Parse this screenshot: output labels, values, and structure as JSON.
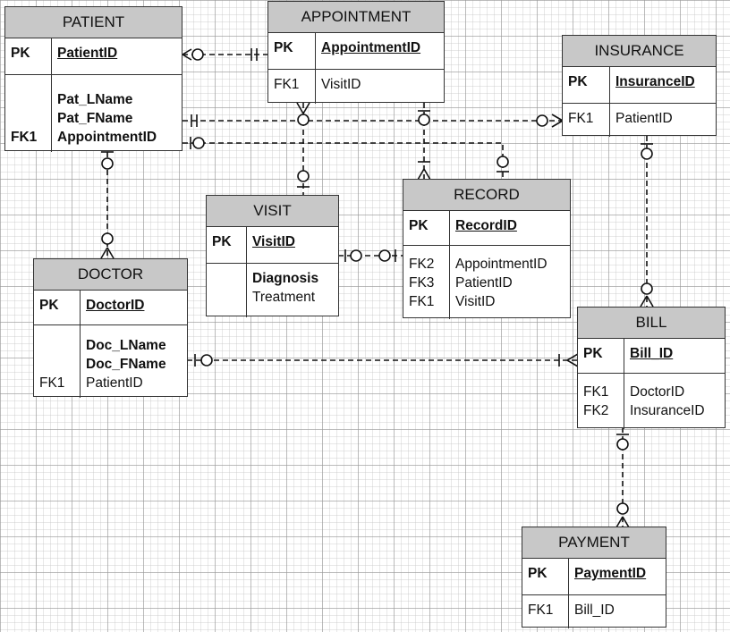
{
  "entities": {
    "patient": {
      "title": "PATIENT",
      "pk_key": "PK",
      "pk": "PatientID",
      "keys": [
        "FK1"
      ],
      "attrs": [
        "Pat_LName",
        "Pat_FName",
        "AppointmentID"
      ]
    },
    "appointment": {
      "title": "APPOINTMENT",
      "pk_key": "PK",
      "pk": "AppointmentID",
      "keys": [
        "FK1"
      ],
      "attrs": [
        "VisitID"
      ]
    },
    "insurance": {
      "title": "INSURANCE",
      "pk_key": "PK",
      "pk": "InsuranceID",
      "keys": [
        "FK1"
      ],
      "attrs": [
        "PatientID"
      ]
    },
    "visit": {
      "title": "VISIT",
      "pk_key": "PK",
      "pk": "VisitID",
      "attrs": [
        "Diagnosis",
        "Treatment"
      ]
    },
    "record": {
      "title": "RECORD",
      "pk_key": "PK",
      "pk": "RecordID",
      "keys": [
        "FK2",
        "FK3",
        "FK1"
      ],
      "attrs": [
        "AppointmentID",
        "PatientID",
        "VisitID"
      ]
    },
    "doctor": {
      "title": "DOCTOR",
      "pk_key": "PK",
      "pk": "DoctorID",
      "keys": [
        "FK1"
      ],
      "attrs": [
        "Doc_LName",
        "Doc_FName",
        "PatientID"
      ]
    },
    "bill": {
      "title": "BILL",
      "pk_key": "PK",
      "pk": "Bill_ID",
      "keys": [
        "FK1",
        "FK2"
      ],
      "attrs": [
        "DoctorID",
        "InsuranceID"
      ]
    },
    "payment": {
      "title": "PAYMENT",
      "pk_key": "PK",
      "pk": "PaymentID",
      "keys": [
        "FK1"
      ],
      "attrs": [
        "Bill_ID"
      ]
    }
  },
  "relationships": [
    {
      "from": "PATIENT",
      "to": "APPOINTMENT"
    },
    {
      "from": "PATIENT",
      "to": "INSURANCE"
    },
    {
      "from": "PATIENT",
      "to": "RECORD"
    },
    {
      "from": "PATIENT",
      "to": "DOCTOR"
    },
    {
      "from": "APPOINTMENT",
      "to": "VISIT"
    },
    {
      "from": "APPOINTMENT",
      "to": "RECORD"
    },
    {
      "from": "VISIT",
      "to": "RECORD"
    },
    {
      "from": "INSURANCE",
      "to": "BILL"
    },
    {
      "from": "DOCTOR",
      "to": "BILL"
    },
    {
      "from": "BILL",
      "to": "PAYMENT"
    }
  ]
}
